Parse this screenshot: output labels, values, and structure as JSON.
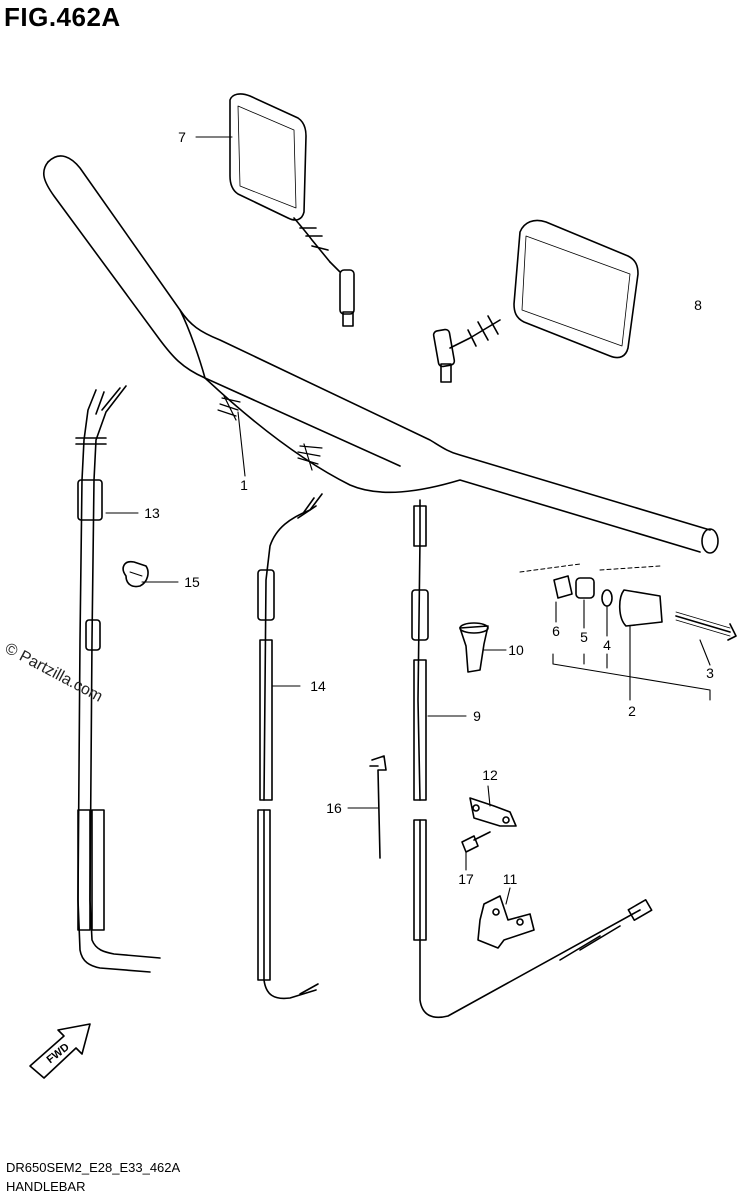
{
  "figure": {
    "title": "FIG.462A"
  },
  "footer": {
    "model_code": "DR650SEM2_E28_E33_462A",
    "section_name": "HANDLEBAR"
  },
  "watermark": {
    "text": "© Partzilla.com"
  },
  "fwd_badge": {
    "text": "FWD"
  },
  "callouts": [
    {
      "id": "1",
      "label": "1"
    },
    {
      "id": "2",
      "label": "2"
    },
    {
      "id": "3",
      "label": "3"
    },
    {
      "id": "4",
      "label": "4"
    },
    {
      "id": "5",
      "label": "5"
    },
    {
      "id": "6",
      "label": "6"
    },
    {
      "id": "7",
      "label": "7"
    },
    {
      "id": "8",
      "label": "8"
    },
    {
      "id": "9",
      "label": "9"
    },
    {
      "id": "10",
      "label": "10"
    },
    {
      "id": "11",
      "label": "11"
    },
    {
      "id": "12",
      "label": "12"
    },
    {
      "id": "13",
      "label": "13"
    },
    {
      "id": "14",
      "label": "14"
    },
    {
      "id": "15",
      "label": "15"
    },
    {
      "id": "16",
      "label": "16"
    },
    {
      "id": "17",
      "label": "17"
    }
  ]
}
